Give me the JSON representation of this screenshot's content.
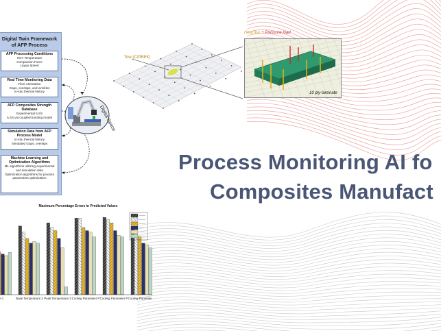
{
  "colors": {
    "accent_title": "#4a5675",
    "wave_red": "#d85a5a",
    "wave_grey": "#9a9a9a",
    "panel_bg": "#b9cbe8"
  },
  "title": {
    "line1": "Process Monitoring AI fo",
    "line2": "Composites Manufact"
  },
  "digital_twin": {
    "title_line1": "Digital Twin Framework",
    "title_line2": "of AFP Process",
    "boxes": [
      {
        "heading": "AFP Processing Conditions",
        "lines": [
          "HGT Temperature",
          "Compaction Force",
          "Layup Speed"
        ]
      },
      {
        "heading": "Real Time Monitoring Data",
        "lines": [
          "Fibre orientation",
          "Gaps, overlaps, and wrinkles",
          "In-situ thermal history"
        ]
      },
      {
        "heading": "AFP Composites Strength Database",
        "lines": [
          "Experimental ILSS",
          "ILSS via coupled bonding model"
        ]
      },
      {
        "heading": "Simulation Data from AFP Process Model",
        "lines": [
          "In-situ thermal history",
          "Simulated Gaps, overlaps"
        ]
      },
      {
        "heading": "Machine Learning and Optimization Algorithms",
        "lines": [
          "ML algorithms utilizing experimental and simulation data",
          "Optimization algorithms for process parameters optimization"
        ]
      }
    ],
    "space_label": "Digital Space"
  },
  "simulation": {
    "tow_label": "Tow (C/PEEK)",
    "load_label_a": "Heat flux",
    "load_label_sep": " + ",
    "load_label_b": "Pressure load",
    "laminate_label": "10 ply-laminate"
  },
  "chart_data": {
    "type": "bar",
    "title": "Maximum Percentage Errors in Predicted Values",
    "categories": [
      "...-1",
      "Base Temperature 2",
      "Peak Temperature 2",
      "Cooling Parameter P",
      "Cooling Parameter P",
      "Cooling Parameter P"
    ],
    "category_labels": [
      "e-1",
      "Base Temperature 2",
      "Peak Temperature 2",
      "Cooling Parameter P",
      "Cooling Parameter P",
      "Cooling Parameter P"
    ],
    "ylim": [
      0,
      100
    ],
    "legend_placement": "top-right",
    "series": [
      {
        "values": [
          60,
          88,
          92,
          98,
          99,
          86
        ],
        "color": "#2b2b2b",
        "pattern": "hatch-dark"
      },
      {
        "values": [
          58,
          80,
          86,
          98,
          96,
          82
        ],
        "color": "#f0f0f0",
        "pattern": "hatch-light"
      },
      {
        "values": [
          55,
          72,
          82,
          86,
          92,
          74
        ],
        "color": "#e8b826",
        "pattern": "solid"
      },
      {
        "values": [
          52,
          66,
          72,
          82,
          82,
          66
        ],
        "color": "#2a2f6e",
        "pattern": "solid"
      },
      {
        "values": [
          50,
          68,
          60,
          80,
          76,
          64
        ],
        "color": "#e8e0b0",
        "pattern": "solid"
      },
      {
        "values": [
          54,
          66,
          10,
          74,
          74,
          60
        ],
        "color": "#bcd8c6",
        "pattern": "solid"
      }
    ]
  }
}
